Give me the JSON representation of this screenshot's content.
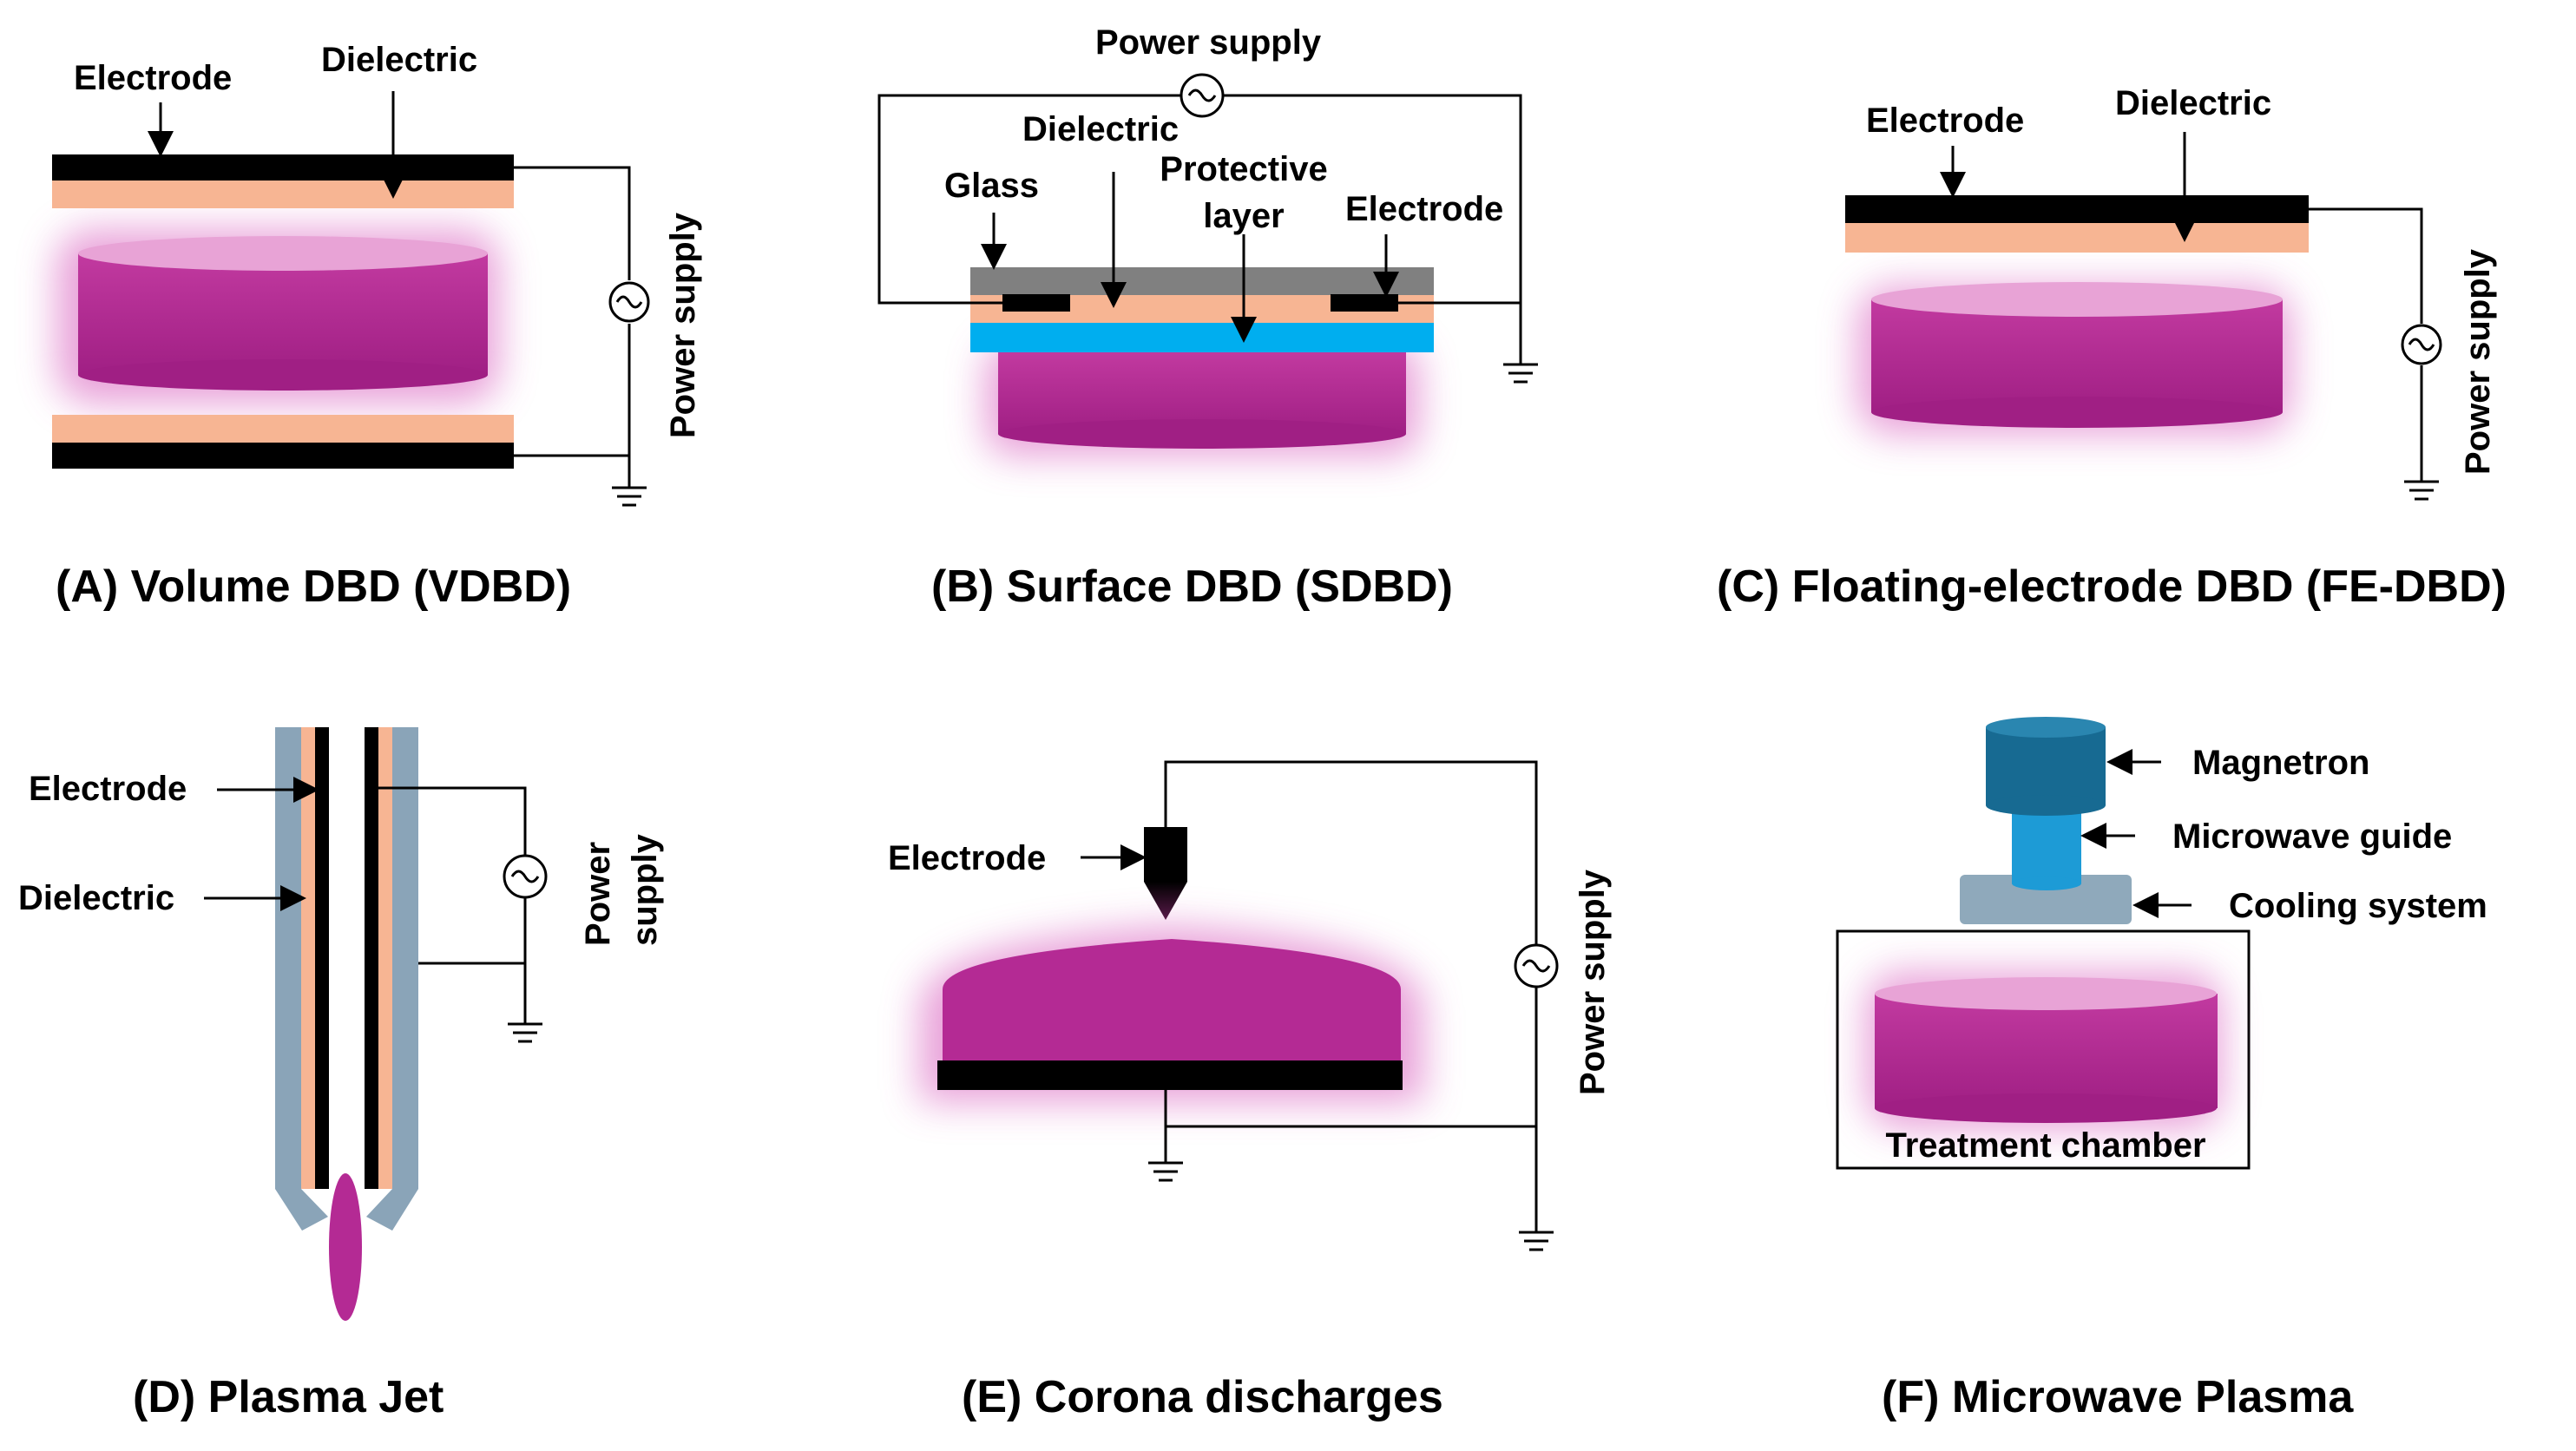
{
  "colors": {
    "electrode": "#000000",
    "dielectric": "#f7b593",
    "plasma": "#b42a94",
    "plasma_top": "#e8a3d6",
    "glow": "#e48fd1",
    "glass": "#808080",
    "protective_layer": "#00aeef",
    "jet_tube": "#8aa4b8",
    "magnetron": "#176a92",
    "microwave_guide": "#1d9bd6",
    "cooling_system": "#8fa9bb",
    "wire": "#000000"
  },
  "panels": {
    "a": {
      "caption": "(A) Volume DBD (VDBD)",
      "electrode": "Electrode",
      "dielectric": "Dielectric",
      "power": "Power supply"
    },
    "b": {
      "caption": "(B) Surface DBD (SDBD)",
      "power": "Power supply",
      "dielectric": "Dielectric",
      "glass": "Glass",
      "protective_1": "Protective",
      "protective_2": "layer",
      "electrode": "Electrode"
    },
    "c": {
      "caption": "(C) Floating-electrode DBD (FE-DBD)",
      "electrode": "Electrode",
      "dielectric": "Dielectric",
      "power": "Power supply"
    },
    "d": {
      "caption": "(D) Plasma Jet",
      "electrode": "Electrode",
      "dielectric": "Dielectric",
      "power_1": "Power",
      "power_2": "supply"
    },
    "e": {
      "caption": "(E) Corona discharges",
      "electrode": "Electrode",
      "power": "Power supply"
    },
    "f": {
      "caption": "(F) Microwave Plasma",
      "magnetron": "Magnetron",
      "microwave_guide": "Microwave guide",
      "cooling_system": "Cooling system",
      "chamber": "Treatment chamber"
    }
  }
}
